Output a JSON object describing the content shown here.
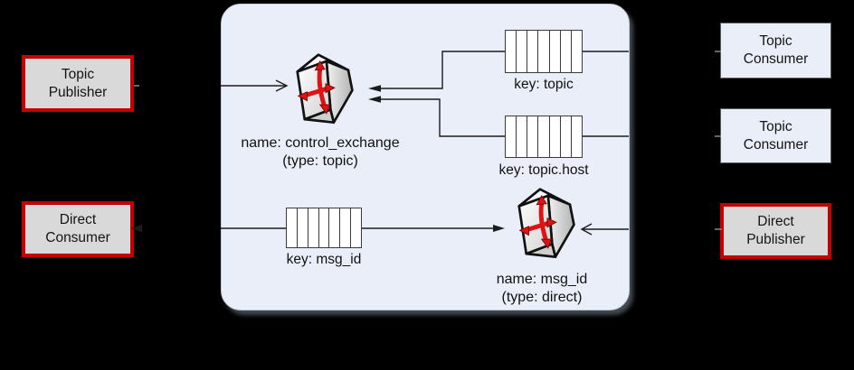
{
  "panel": {
    "exchanges": {
      "control": {
        "name": "name: control_exchange",
        "type": "(type: topic)"
      },
      "direct": {
        "name": "name: msg_id",
        "type": "(type: direct)"
      }
    },
    "queues": {
      "topic": "key: topic",
      "topic_host": "key: topic.host",
      "msg_id": "key: msg_id"
    }
  },
  "nodes": {
    "topic_publisher": {
      "line1": "Topic",
      "line2": "Publisher"
    },
    "direct_consumer": {
      "line1": "Direct",
      "line2": "Consumer"
    },
    "topic_consumer_1": {
      "line1": "Topic",
      "line2": "Consumer"
    },
    "topic_consumer_2": {
      "line1": "Topic",
      "line2": "Consumer"
    },
    "direct_publisher": {
      "line1": "Direct",
      "line2": "Publisher"
    }
  },
  "colors": {
    "background": "#000000",
    "panel_fill": "#e9eef8",
    "red_box_border": "#c40000",
    "red_box_fill": "#d9d9d9",
    "consumer_box_fill": "#e9eef8",
    "consumer_box_border": "#58595b",
    "queue_fill": "#ffffff",
    "wire": "#1c1c1c",
    "exchange_arrow_red": "#de1414"
  }
}
